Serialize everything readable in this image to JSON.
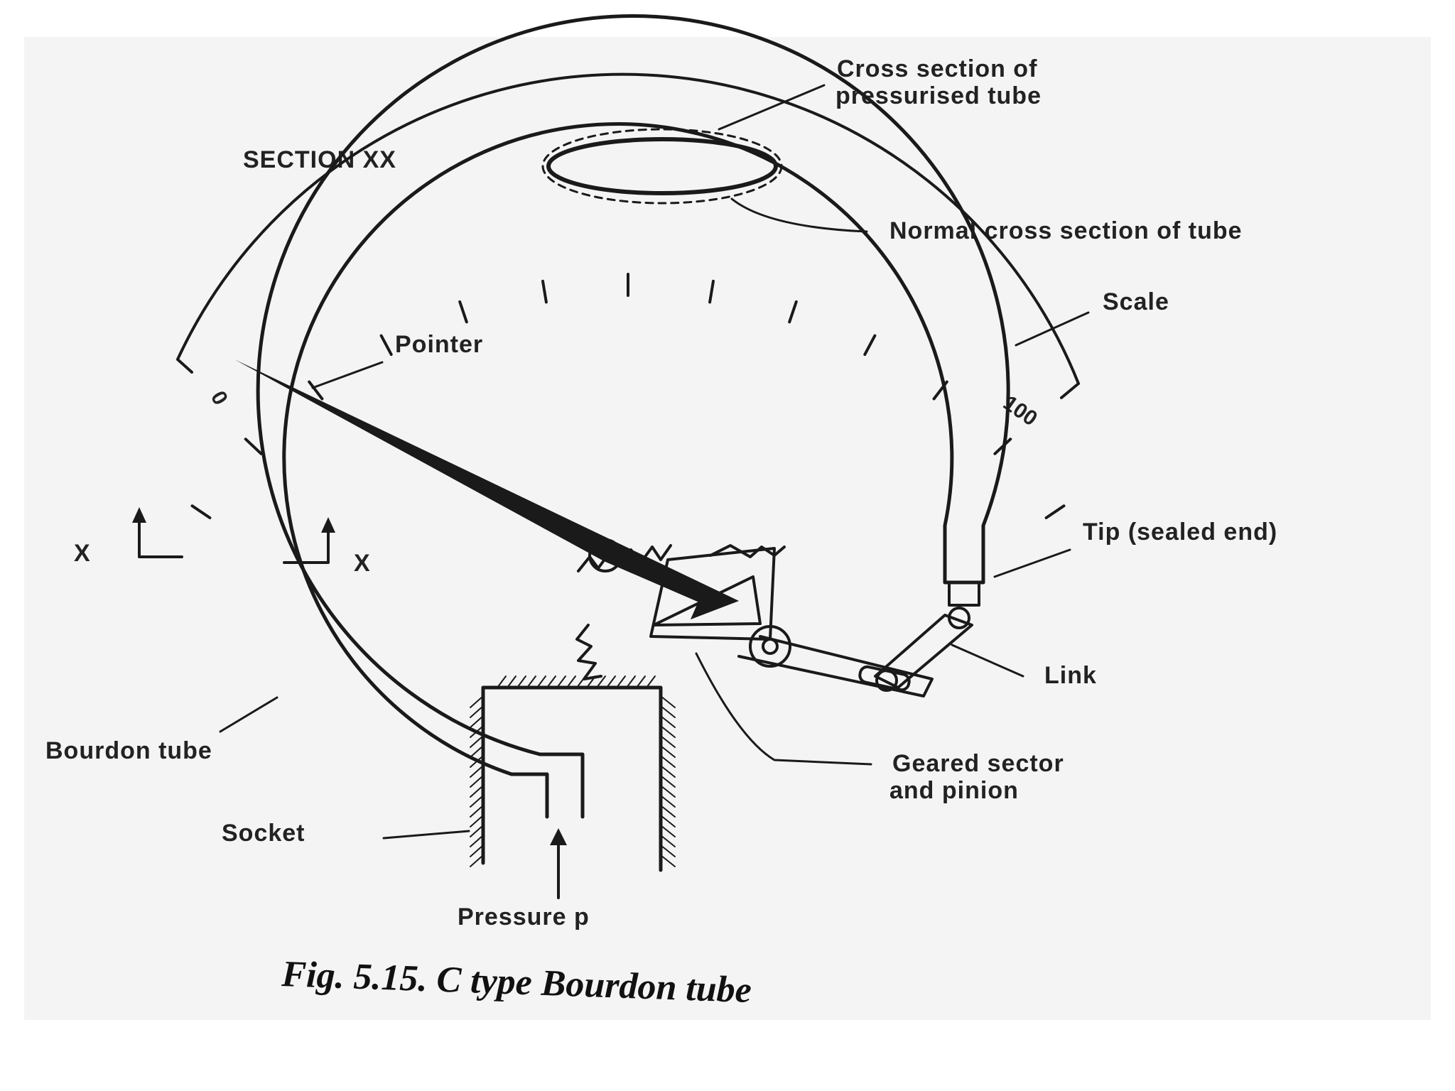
{
  "figure": {
    "caption": "Fig. 5.15. C type Bourdon tube",
    "section_label": "SECTION XX",
    "labels": {
      "cross_section_pressurised": [
        "Cross section of",
        "pressurised tube"
      ],
      "normal_cross_section": "Normal cross section of tube",
      "scale": "Scale",
      "pointer": "Pointer",
      "tip": "Tip (sealed end)",
      "link": "Link",
      "bourdon_tube": "Bourdon tube",
      "geared_sector": [
        "Geared sector",
        "and pinion"
      ],
      "socket": "Socket",
      "pressure": "Pressure p",
      "section_mark_left": "X",
      "section_mark_right": "X"
    },
    "scale_ticks": {
      "min": "0",
      "max": "100"
    },
    "colors": {
      "ink": "#1a1a1a",
      "paper": "#f4f4f4",
      "background": "#ffffff"
    }
  }
}
